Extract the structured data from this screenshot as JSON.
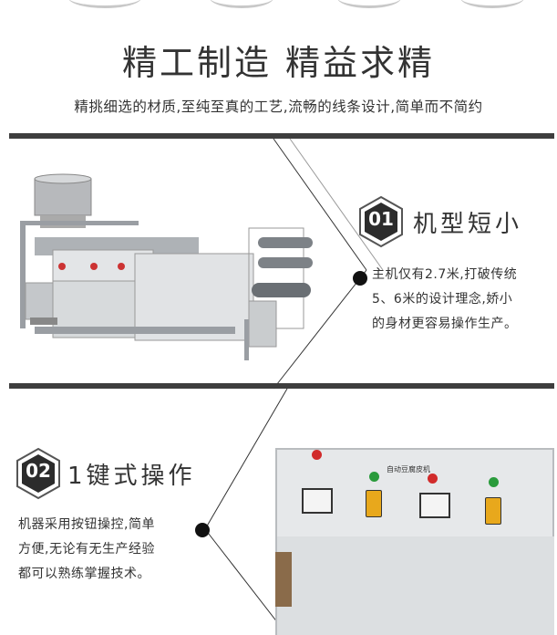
{
  "header": {
    "title": "精工制造 精益求精",
    "subtitle": "精挑细选的材质,至纯至真的工艺,流畅的线条设计,简单而不简约"
  },
  "feature1": {
    "number": "01",
    "title": "机型短小",
    "lines": [
      "主机仅有2.7米,打破传统",
      "5、6米的设计理念,娇小",
      "的身材更容易操作生产。"
    ]
  },
  "feature2": {
    "number": "02",
    "title": "1键式操作",
    "lines": [
      "机器采用按钮操控,简单",
      "方便,无论有无生产经验",
      "都可以熟练掌握技术。"
    ]
  },
  "panel": {
    "label": "自动豆腐皮机"
  },
  "colors": {
    "bar": "#3e3e3e",
    "text": "#333333",
    "lamp_red": "#d12b2b",
    "lamp_green": "#2a9b3c",
    "switch_yellow": "#e8a81c"
  }
}
